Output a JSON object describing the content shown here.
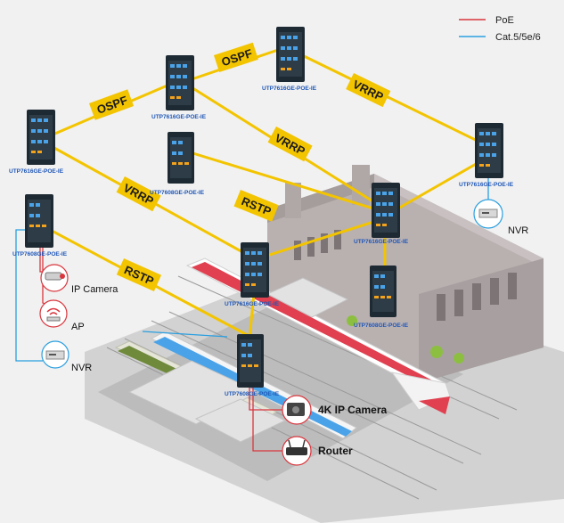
{
  "legend": {
    "poe": {
      "label": "PoE",
      "color": "#d9363e"
    },
    "cat": {
      "label": "Cat.5/5e/6",
      "color": "#2a9fe0"
    }
  },
  "switches": {
    "sw_top": "UTP7616GE-POE-IE",
    "sw_mid_left": "UTP7616GE-POE-IE",
    "sw_left": "UTP7616GE-POE-IE",
    "sw_right": "UTP7616GE-POE-IE",
    "sw_center": "UTP7608GE-POE-IE",
    "sw_left_low": "UTP7608GE-POE-IE",
    "sw_station_top": "UTP7616GE-POE-IE",
    "sw_station_mid": "UTP7608GE-POE-IE",
    "sw_platform": "UTP7616GE-POE-IE",
    "sw_bottom": "UTP7608GE-POE-IE"
  },
  "protocols": {
    "ospf_top": "OSPF",
    "ospf_left": "OSPF",
    "vrrp_right": "VRRP",
    "vrrp_mid": "VRRP",
    "vrrp_left": "VRRP",
    "rstp_mid": "RSTP",
    "rstp_left": "RSTP"
  },
  "devices": {
    "nvr_right": "NVR",
    "ip_camera": "IP Camera",
    "ap": "AP",
    "nvr_left": "NVR",
    "camera_4k": "4K IP Camera",
    "router": "Router"
  },
  "colors": {
    "link_yellow": "#f3c400",
    "switch_body": "#1e2a33",
    "port_blue": "#4aa3e8",
    "port_orange": "#f2a21b"
  }
}
